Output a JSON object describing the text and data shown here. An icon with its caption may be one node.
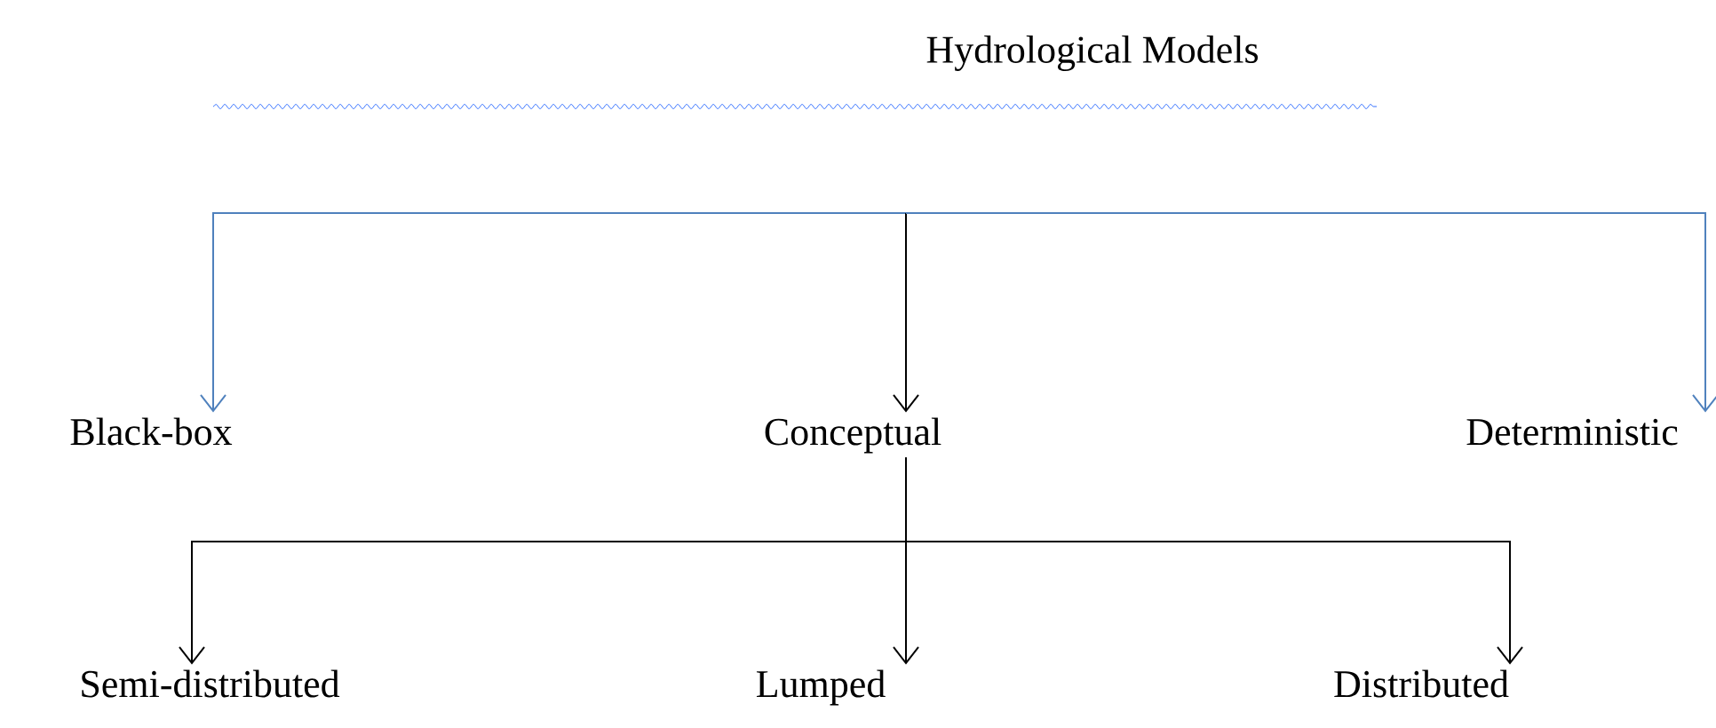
{
  "diagram": {
    "title": "Hydrological Models",
    "nodes": [
      {
        "text": [
          "Black-box"
        ]
      },
      {
        "text": [
          "Conceptual"
        ]
      },
      {
        "text": [
          "Deterministic"
        ]
      },
      {
        "text": [
          "Semi-distributed"
        ]
      },
      {
        "text": [
          "Lumped"
        ]
      },
      {
        "text": [
          "Distributed"
        ]
      }
    ],
    "edges": [
      {
        "from": null,
        "to": 0,
        "arrow": "to",
        "color": "#4f81bd"
      },
      {
        "from": null,
        "to": 1,
        "arrow": "to"
      },
      {
        "from": null,
        "to": 2,
        "arrow": "to",
        "color": "#4f81bd"
      },
      {
        "from": 1,
        "to": 3,
        "arrow": "to"
      },
      {
        "from": 1,
        "to": 4,
        "arrow": "to"
      },
      {
        "from": 1,
        "to": 5,
        "arrow": "to"
      }
    ]
  }
}
